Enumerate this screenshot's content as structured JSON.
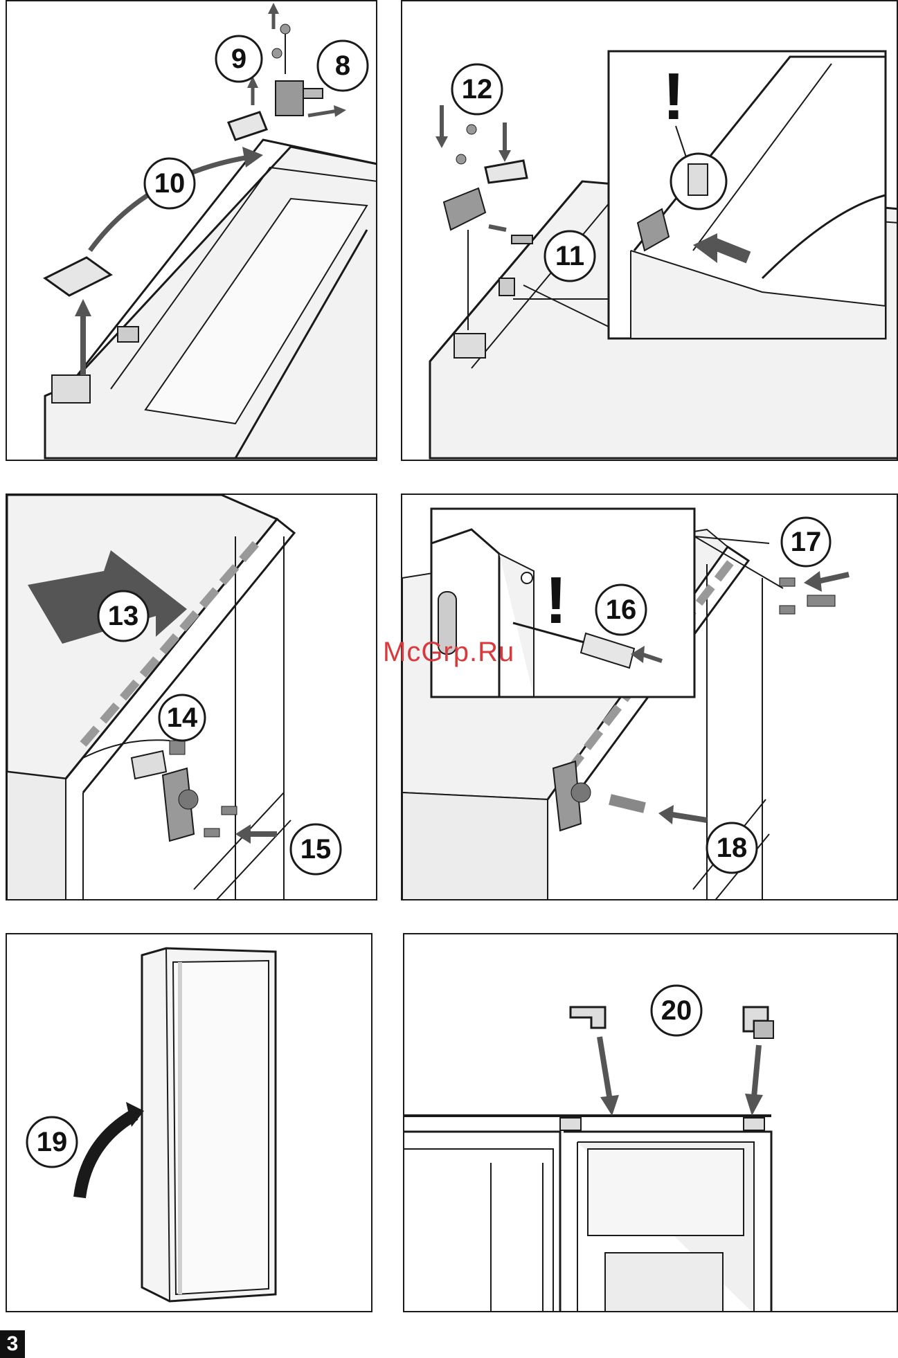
{
  "page": {
    "number": "3",
    "watermark": "McGrp.Ru"
  },
  "panels": [
    {
      "id": "A",
      "steps": [
        "9",
        "8",
        "10"
      ]
    },
    {
      "id": "B",
      "steps": [
        "12",
        "11"
      ],
      "warning": "!"
    },
    {
      "id": "C",
      "steps": [
        "13",
        "14",
        "15"
      ]
    },
    {
      "id": "D",
      "steps": [
        "17",
        "16",
        "18"
      ],
      "warning": "!"
    },
    {
      "id": "E",
      "steps": [
        "19"
      ]
    },
    {
      "id": "F",
      "steps": [
        "20"
      ]
    }
  ],
  "colors": {
    "line": "#1a1a1a",
    "fill": "#f2f2f2",
    "arrow": "#555555",
    "watermark": "#d9393c"
  }
}
